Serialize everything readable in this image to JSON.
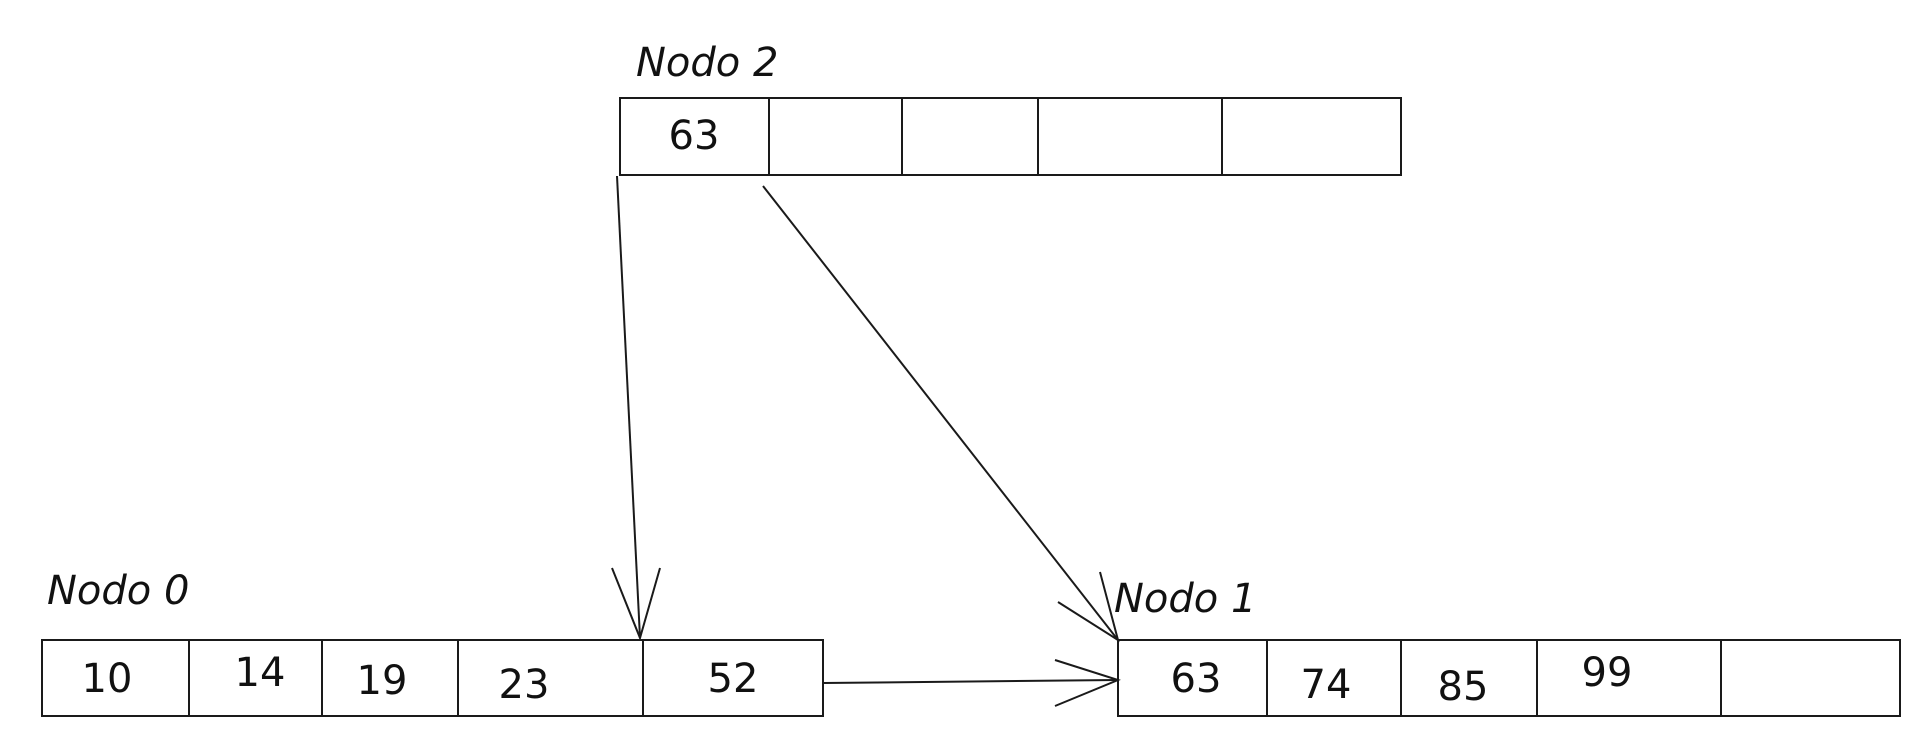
{
  "nodes": [
    {
      "label": "Nodo 2",
      "cells": [
        "63",
        "",
        "",
        "",
        ""
      ]
    },
    {
      "label": "Nodo 0",
      "cells": [
        "10",
        "14",
        "19",
        "23",
        "52"
      ]
    },
    {
      "label": "Nodo 1",
      "cells": [
        "63",
        "74",
        "85",
        "99",
        ""
      ]
    }
  ],
  "edges": [
    {
      "from": "Nodo 2",
      "to": "Nodo 0"
    },
    {
      "from": "Nodo 2",
      "to": "Nodo 1"
    },
    {
      "from": "Nodo 0",
      "to": "Nodo 1"
    }
  ],
  "colors": {
    "stroke": "#1a1a1a",
    "text": "#111111",
    "background": "#ffffff"
  }
}
